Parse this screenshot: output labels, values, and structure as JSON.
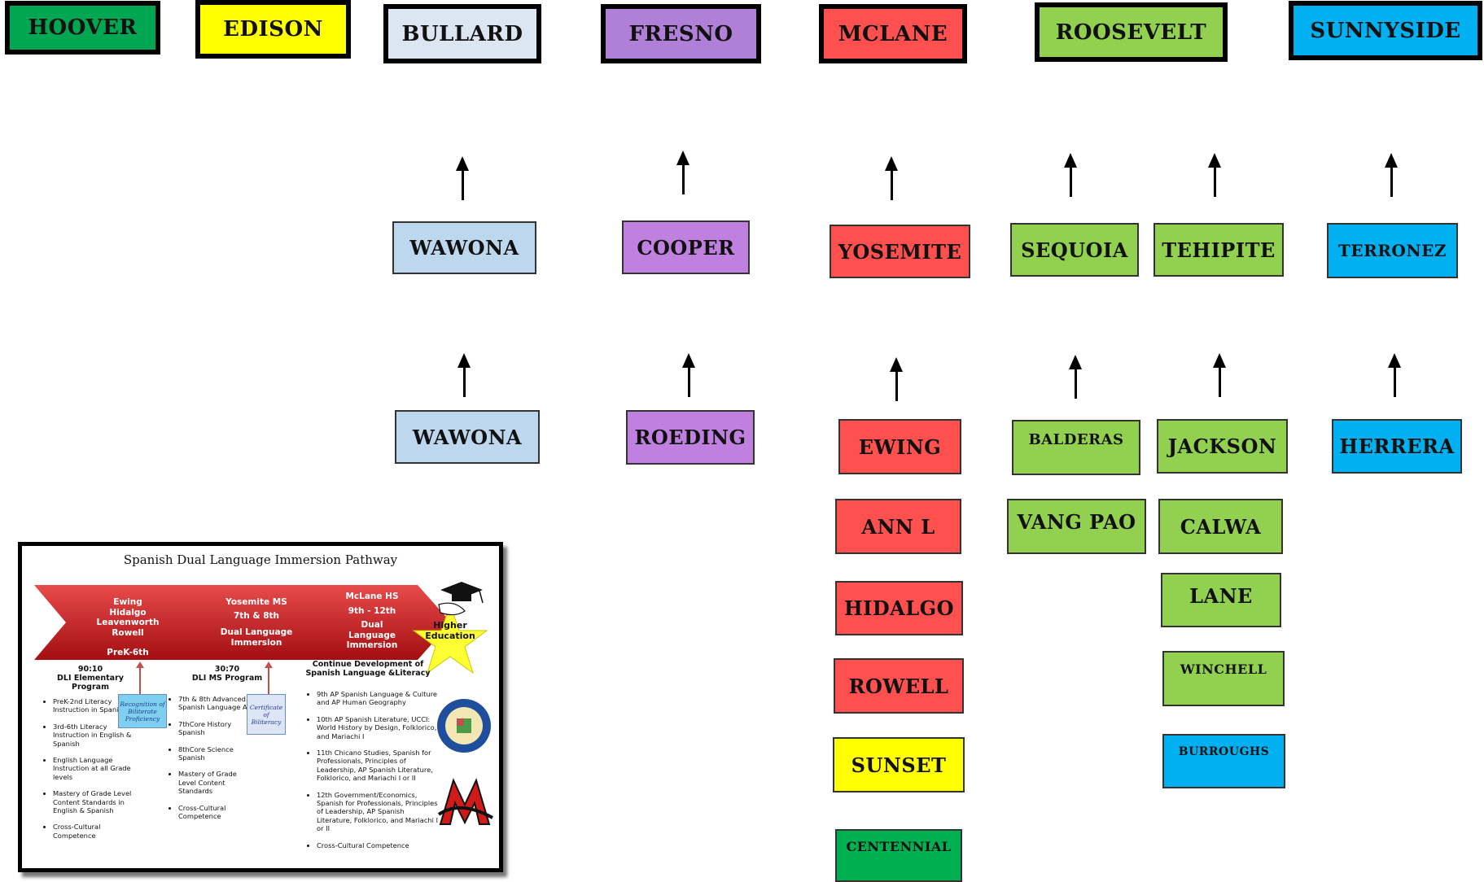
{
  "high_schools": [
    {
      "name": "HOOVER",
      "color": "#00a651"
    },
    {
      "name": "EDISON",
      "color": "#ffff00"
    },
    {
      "name": "BULLARD",
      "color": "#dce6f2"
    },
    {
      "name": "FRESNO",
      "color": "#b07fd8"
    },
    {
      "name": "MCLANE",
      "color": "#ff5050"
    },
    {
      "name": "ROOSEVELT",
      "color": "#92d050"
    },
    {
      "name": "SUNNYSIDE",
      "color": "#00b0f0"
    }
  ],
  "middle_schools": [
    {
      "name": "WAWONA",
      "color": "#bdd7ee"
    },
    {
      "name": "COOPER",
      "color": "#c080e0"
    },
    {
      "name": "YOSEMITE",
      "color": "#ff5050"
    },
    {
      "name": "SEQUOIA",
      "color": "#92d050"
    },
    {
      "name": "TEHIPITE",
      "color": "#92d050"
    },
    {
      "name": "TERRONEZ",
      "color": "#00b0f0"
    }
  ],
  "elementary_schools": [
    {
      "name": "WAWONA",
      "color": "#bdd7ee"
    },
    {
      "name": "ROEDING",
      "color": "#c080e0"
    },
    {
      "name": "EWING",
      "color": "#ff5050"
    },
    {
      "name": "ANN L",
      "color": "#ff5050"
    },
    {
      "name": "HIDALGO",
      "color": "#ff5050"
    },
    {
      "name": "ROWELL",
      "color": "#ff5050"
    },
    {
      "name": "SUNSET",
      "color": "#ffff00"
    },
    {
      "name": "CENTENNIAL",
      "color": "#00b050"
    },
    {
      "name": "BALDERAS",
      "color": "#92d050"
    },
    {
      "name": "VANG PAO",
      "color": "#92d050"
    },
    {
      "name": "JACKSON",
      "color": "#92d050"
    },
    {
      "name": "CALWA",
      "color": "#92d050"
    },
    {
      "name": "LANE",
      "color": "#92d050"
    },
    {
      "name": "WINCHELL",
      "color": "#92d050"
    },
    {
      "name": "BURROUGHS",
      "color": "#00b0f0"
    },
    {
      "name": "HERRERA",
      "color": "#00b0f0"
    }
  ],
  "pathway": {
    "title": "Spanish Dual Language Immersion Pathway",
    "stages": [
      {
        "line1": "Ewing",
        "line2": "Hidalgo",
        "line3": "Leavenworth",
        "line4": "Rowell",
        "line5": "PreK-6th"
      },
      {
        "line1": "Yosemite MS",
        "line2": "7th & 8th",
        "line3": "Dual Language",
        "line4": "Immersion"
      },
      {
        "line1": "McLane HS",
        "line2": "9th - 12th",
        "line3": "Dual",
        "line4": "Language",
        "line5": "Immersion"
      }
    ],
    "goal": "Higher Education",
    "columns": [
      {
        "head1": "90:10",
        "head2": "DLI Elementary",
        "head3": "Program",
        "items": [
          "PreK-2nd Literacy Instruction in Spanish",
          "3rd-6th Literacy Instruction in English & Spanish",
          "English Language Instruction at all Grade levels",
          "Mastery of Grade Level Content Standards in English & Spanish",
          "Cross-Cultural Competence"
        ]
      },
      {
        "head1": "30:70",
        "head2": "DLI MS Program",
        "items": [
          "7th & 8th Advanced Spanish Language Arts",
          "7thCore History Spanish",
          "8thCore Science Spanish",
          "Mastery of Grade Level Content Standards",
          "Cross-Cultural Competence"
        ]
      },
      {
        "head1": "Continue Development of",
        "head2": "Spanish Language &Literacy",
        "items": [
          "9th AP Spanish Language & Culture and AP Human Geography",
          "10th AP Spanish Literature, UCCI: World History by Design, Folklorico, and Mariachi I",
          "11th Chicano Studies, Spanish for Professionals, Principles of Leadership, AP Spanish Literature, Folklorico, and Mariachi I or II",
          "12th Government/Economics, Spanish for Professionals, Principles of Leadership, AP Spanish Literature, Folklorico, and Mariachi I or II",
          "Cross-Cultural Competence"
        ]
      }
    ],
    "recognition": "Recognition of Biliterate Proficiency",
    "certificate": "Certificate of Biliteracy",
    "seal": "SEAL OF BILITERACY"
  }
}
